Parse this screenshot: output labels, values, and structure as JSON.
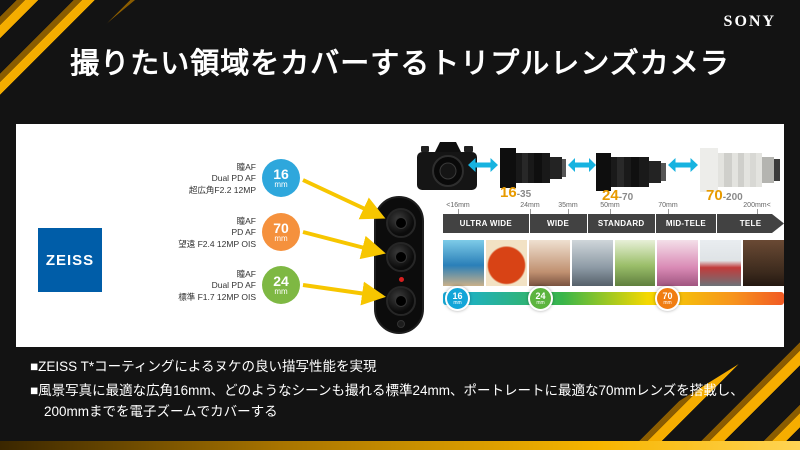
{
  "brand": "SONY",
  "title": "撮りたい領域をカバーするトリプルレンズカメラ",
  "colors": {
    "accent_gold": "#f5ad00",
    "arrow_yellow": "#f7c600",
    "arrow_cyan": "#17b3e0",
    "zeiss_blue": "#005da8"
  },
  "panel": {
    "zeiss_logo": "ZEISS",
    "lenses": [
      {
        "lines": [
          "瞳AF",
          "Dual PD AF",
          "超広角F2.2 12MP"
        ],
        "focal": "16",
        "unit": "mm",
        "color": "#2ea7dc"
      },
      {
        "lines": [
          "瞳AF",
          "PD AF",
          "望遠 F2.4 12MP OIS"
        ],
        "focal": "70",
        "unit": "mm",
        "color": "#f5913d"
      },
      {
        "lines": [
          "瞳AF",
          "Dual PD AF",
          "標準 F1.7 12MP OIS"
        ],
        "focal": "24",
        "unit": "mm",
        "color": "#7eb843"
      }
    ],
    "ranges": [
      {
        "main": "16",
        "rest": "-35"
      },
      {
        "main": "24",
        "rest": "-70"
      },
      {
        "main": "70",
        "rest": "-200"
      }
    ],
    "scale_ticks": [
      "<16mm",
      "24mm",
      "35mm",
      "50mm",
      "70mm",
      "200mm<"
    ],
    "zones": [
      "ULTRA WIDE",
      "WIDE",
      "STANDARD",
      "MID-TELE",
      "TELE"
    ],
    "photos": [
      "landscape",
      "food",
      "portrait",
      "street",
      "dog",
      "flowers",
      "train",
      "wildlife"
    ],
    "markers": [
      {
        "label": "16",
        "unit": "mm",
        "color": "#12a5d8"
      },
      {
        "label": "24",
        "unit": "mm",
        "color": "#5cb43e"
      },
      {
        "label": "70",
        "unit": "mm",
        "color": "#f07d12"
      }
    ]
  },
  "bullets": [
    "■ZEISS T*コーティングによるヌケの良い描写性能を実現",
    "■風景写真に最適な広角16mm、どのようなシーンも撮れる標準24mm、ポートレートに最適な70mmレンズを搭載し、200mmまでを電子ズームでカバーする"
  ]
}
